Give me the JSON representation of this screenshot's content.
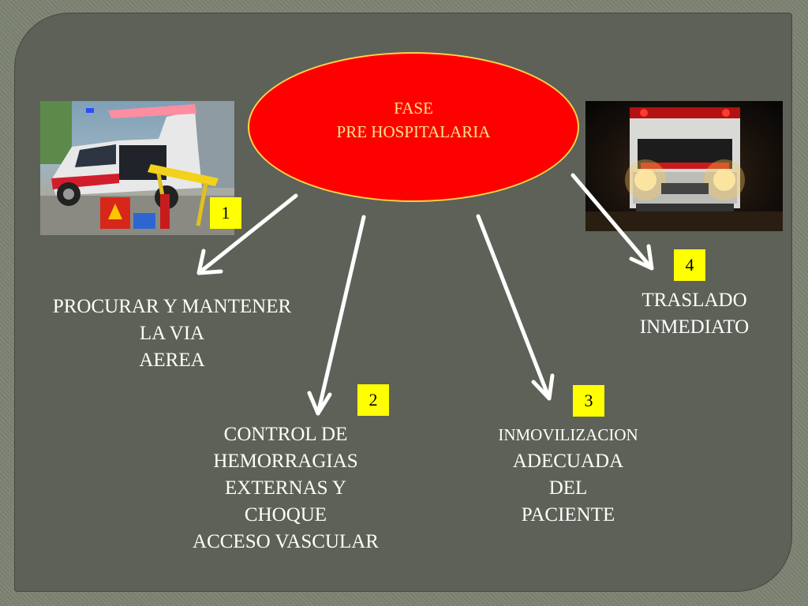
{
  "title": {
    "line1": "FASE",
    "line2": "PRE HOSPITALARIA"
  },
  "badges": [
    "1",
    "2",
    "3",
    "4"
  ],
  "steps": {
    "airway": [
      "PROCURAR Y MANTENER",
      "LA VIA",
      "AEREA"
    ],
    "hemorrhage": [
      "CONTROL DE",
      "HEMORRAGIAS",
      "EXTERNAS Y",
      "CHOQUE",
      "ACCESO VASCULAR"
    ],
    "immobilization": [
      "INMOVILIZACION",
      "ADECUADA",
      "DEL",
      "PACIENTE"
    ],
    "transfer": [
      "TRASLADO",
      "INMEDIATO"
    ]
  },
  "colors": {
    "ellipse_fill": "#ff0000",
    "ellipse_border": "#ffd24a",
    "ellipse_text": "#ffe28a",
    "badge": "#ffff00",
    "text": "#ffffff"
  },
  "images": {
    "left": "rescue-suv-with-stretcher-image",
    "right": "ambulance-at-night-image"
  }
}
